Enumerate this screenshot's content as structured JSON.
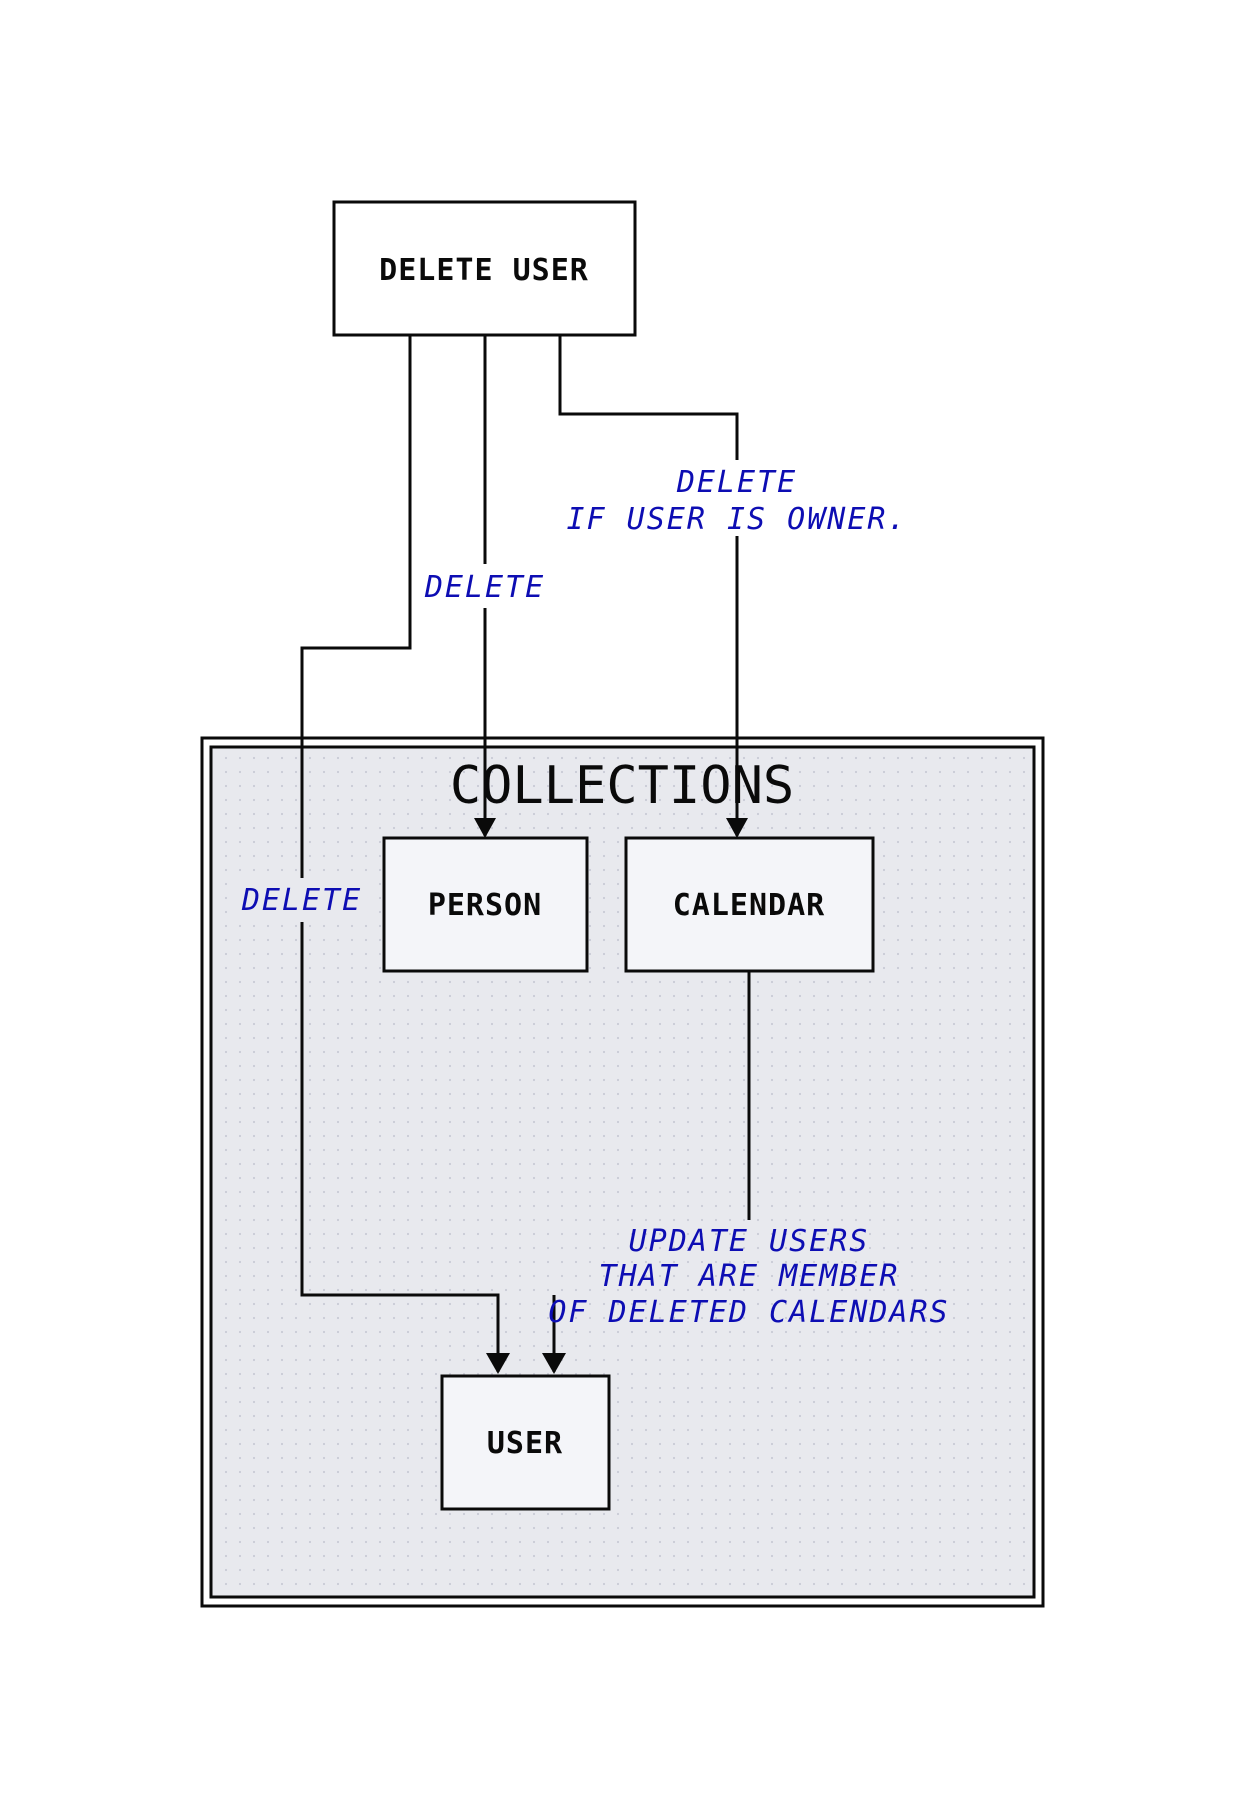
{
  "diagram": {
    "nodes": {
      "delete_user": "DELETE USER",
      "person": "PERSON",
      "calendar": "CALENDAR",
      "user": "USER"
    },
    "group": {
      "label": "COLLECTIONS"
    },
    "edges": {
      "to_person": "DELETE",
      "to_calendar": [
        "DELETE",
        "IF USER IS OWNER."
      ],
      "to_user": "DELETE",
      "calendar_to_user": [
        "UPDATE USERS",
        "THAT ARE MEMBER",
        "OF DELETED CALENDARS"
      ]
    },
    "colors": {
      "node_fill": "#f4f5f9",
      "group_fill": "#e8e9ee",
      "stroke": "#0a0a0a",
      "edge_label": "#0d0db3"
    }
  }
}
